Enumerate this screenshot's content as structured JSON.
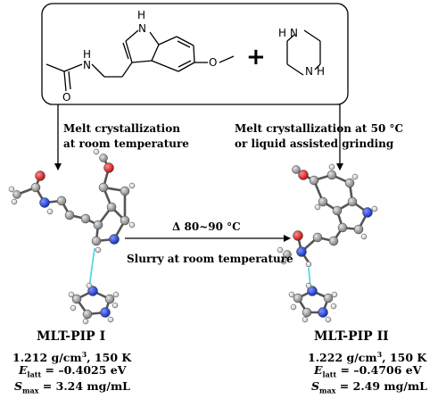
{
  "reactants": {
    "left_molecule": {
      "atoms": [
        "H",
        "N",
        "O",
        "H",
        "N",
        "O"
      ]
    },
    "plus": "+",
    "right_molecule": {
      "atoms": [
        "H",
        "N",
        "N",
        "H"
      ]
    }
  },
  "conditions": {
    "left_line1": "Melt crystallization",
    "left_line2": "at room temperature",
    "right_line1": "Melt crystallization at 50 °C",
    "right_line2": "or liquid assisted grinding",
    "transform_top": "Δ 80~90 °C",
    "transform_bottom": "Slurry at room temperature"
  },
  "form1": {
    "name": "MLT-PIP I",
    "density": "1.212 g/cm",
    "density_exp": "3",
    "density_rest": ", 150 K",
    "elatt_symbol": "E",
    "elatt_sub": "latt",
    "elatt_value": " = –0.4025 eV",
    "smax_symbol": "S",
    "smax_sub": "max",
    "smax_value": " = 3.24 mg/mL"
  },
  "form2": {
    "name": "MLT-PIP II",
    "density": "1.222 g/cm",
    "density_exp": "3",
    "density_rest": ", 150 K",
    "elatt_symbol": "E",
    "elatt_sub": "latt",
    "elatt_value": " = –0.4706 eV",
    "smax_symbol": "S",
    "smax_sub": "max",
    "smax_value": " = 2.49 mg/mL"
  },
  "colors": {
    "carbon": "#8f8f8f",
    "nitrogen": "#1f3fd6",
    "oxygen": "#e02020",
    "hydrogen": "#ffffff",
    "hbond": "#56d6e8"
  }
}
